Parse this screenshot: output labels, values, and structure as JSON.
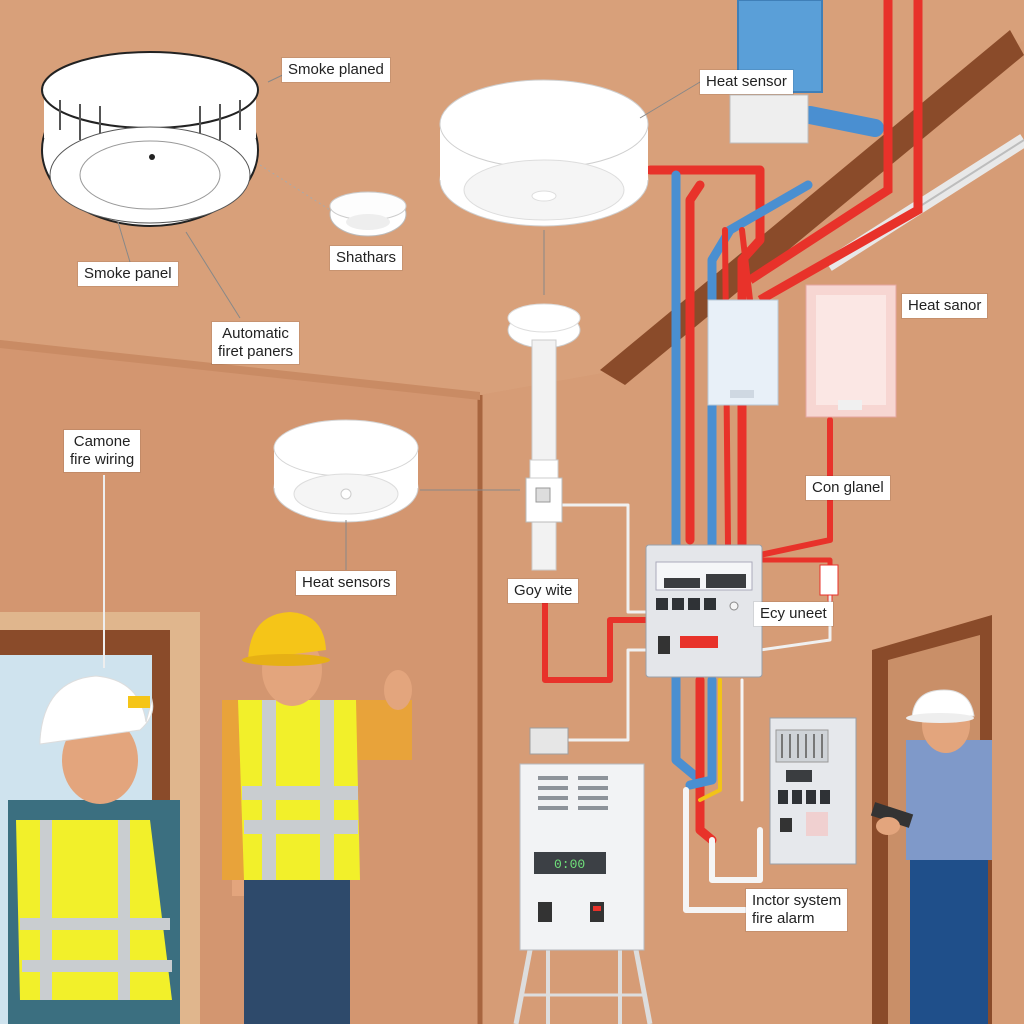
{
  "labels": {
    "smoke_planed": "Smoke planed",
    "heat_sensor_top": "Heat sensor",
    "shathars": "Shathars",
    "smoke_panel": "Smoke panel",
    "automatic_line1": "Automatic",
    "automatic_line2": "firet paners",
    "heat_sanor": "Heat sanor",
    "camone_line1": "Camone",
    "camone_line2": "fire wiring",
    "con_glanel": "Con glanel",
    "heat_sensors": "Heat sensors",
    "goy_wite": "Goy wite",
    "ecy_uneet": "Ecy uneet",
    "inctor_line1": "Inctor system",
    "inctor_line2": "fire alarm"
  },
  "panel_display": "0:00",
  "colors": {
    "wall": "#d39a72",
    "ceiling": "#cf9570",
    "red_wire": "#e8322a",
    "blue_wire": "#4a8fd1",
    "vest": "#f2f02a",
    "helmet_yellow": "#f5c518",
    "helmet_white": "#ffffff"
  }
}
